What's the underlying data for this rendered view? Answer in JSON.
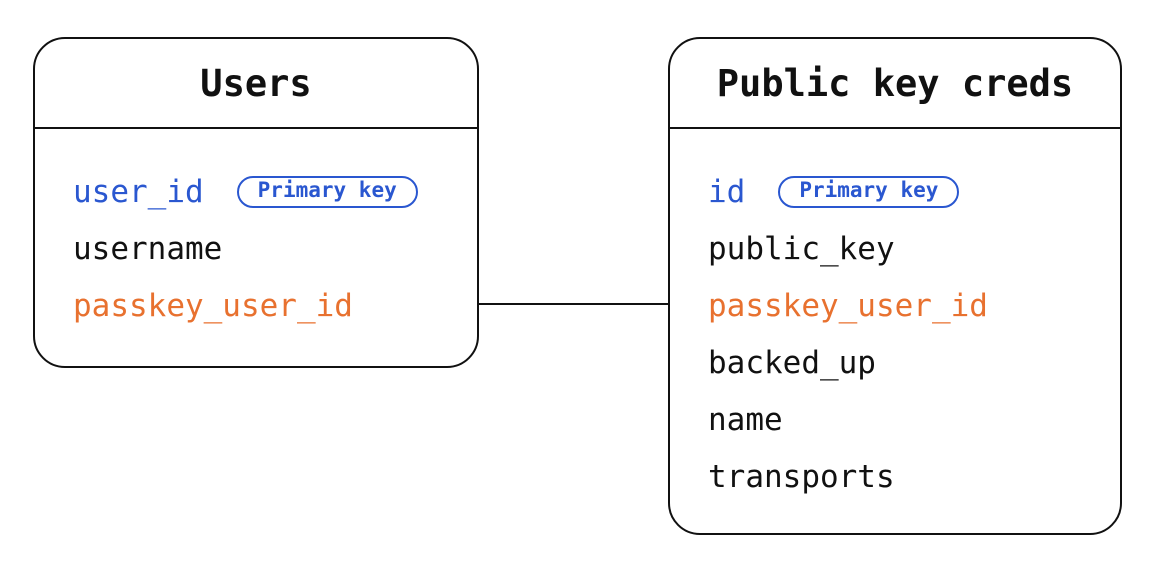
{
  "diagram": {
    "tables": [
      {
        "title": "Users",
        "fields": [
          {
            "name": "user_id",
            "role": "primary",
            "badge": "Primary key"
          },
          {
            "name": "username",
            "role": "plain"
          },
          {
            "name": "passkey_user_id",
            "role": "foreign"
          }
        ]
      },
      {
        "title": "Public key creds",
        "fields": [
          {
            "name": "id",
            "role": "primary",
            "badge": "Primary key"
          },
          {
            "name": "public_key",
            "role": "plain"
          },
          {
            "name": "passkey_user_id",
            "role": "foreign"
          },
          {
            "name": "backed_up",
            "role": "plain"
          },
          {
            "name": "name",
            "role": "plain"
          },
          {
            "name": "transports",
            "role": "plain"
          }
        ]
      }
    ],
    "relationship": {
      "from_table": "Users",
      "from_field": "passkey_user_id",
      "to_table": "Public key creds",
      "to_field": "passkey_user_id"
    },
    "colors": {
      "primary_key_blue": "#2a57d0",
      "foreign_key_orange": "#e8712f",
      "ink": "#111111",
      "background": "#ffffff"
    }
  }
}
